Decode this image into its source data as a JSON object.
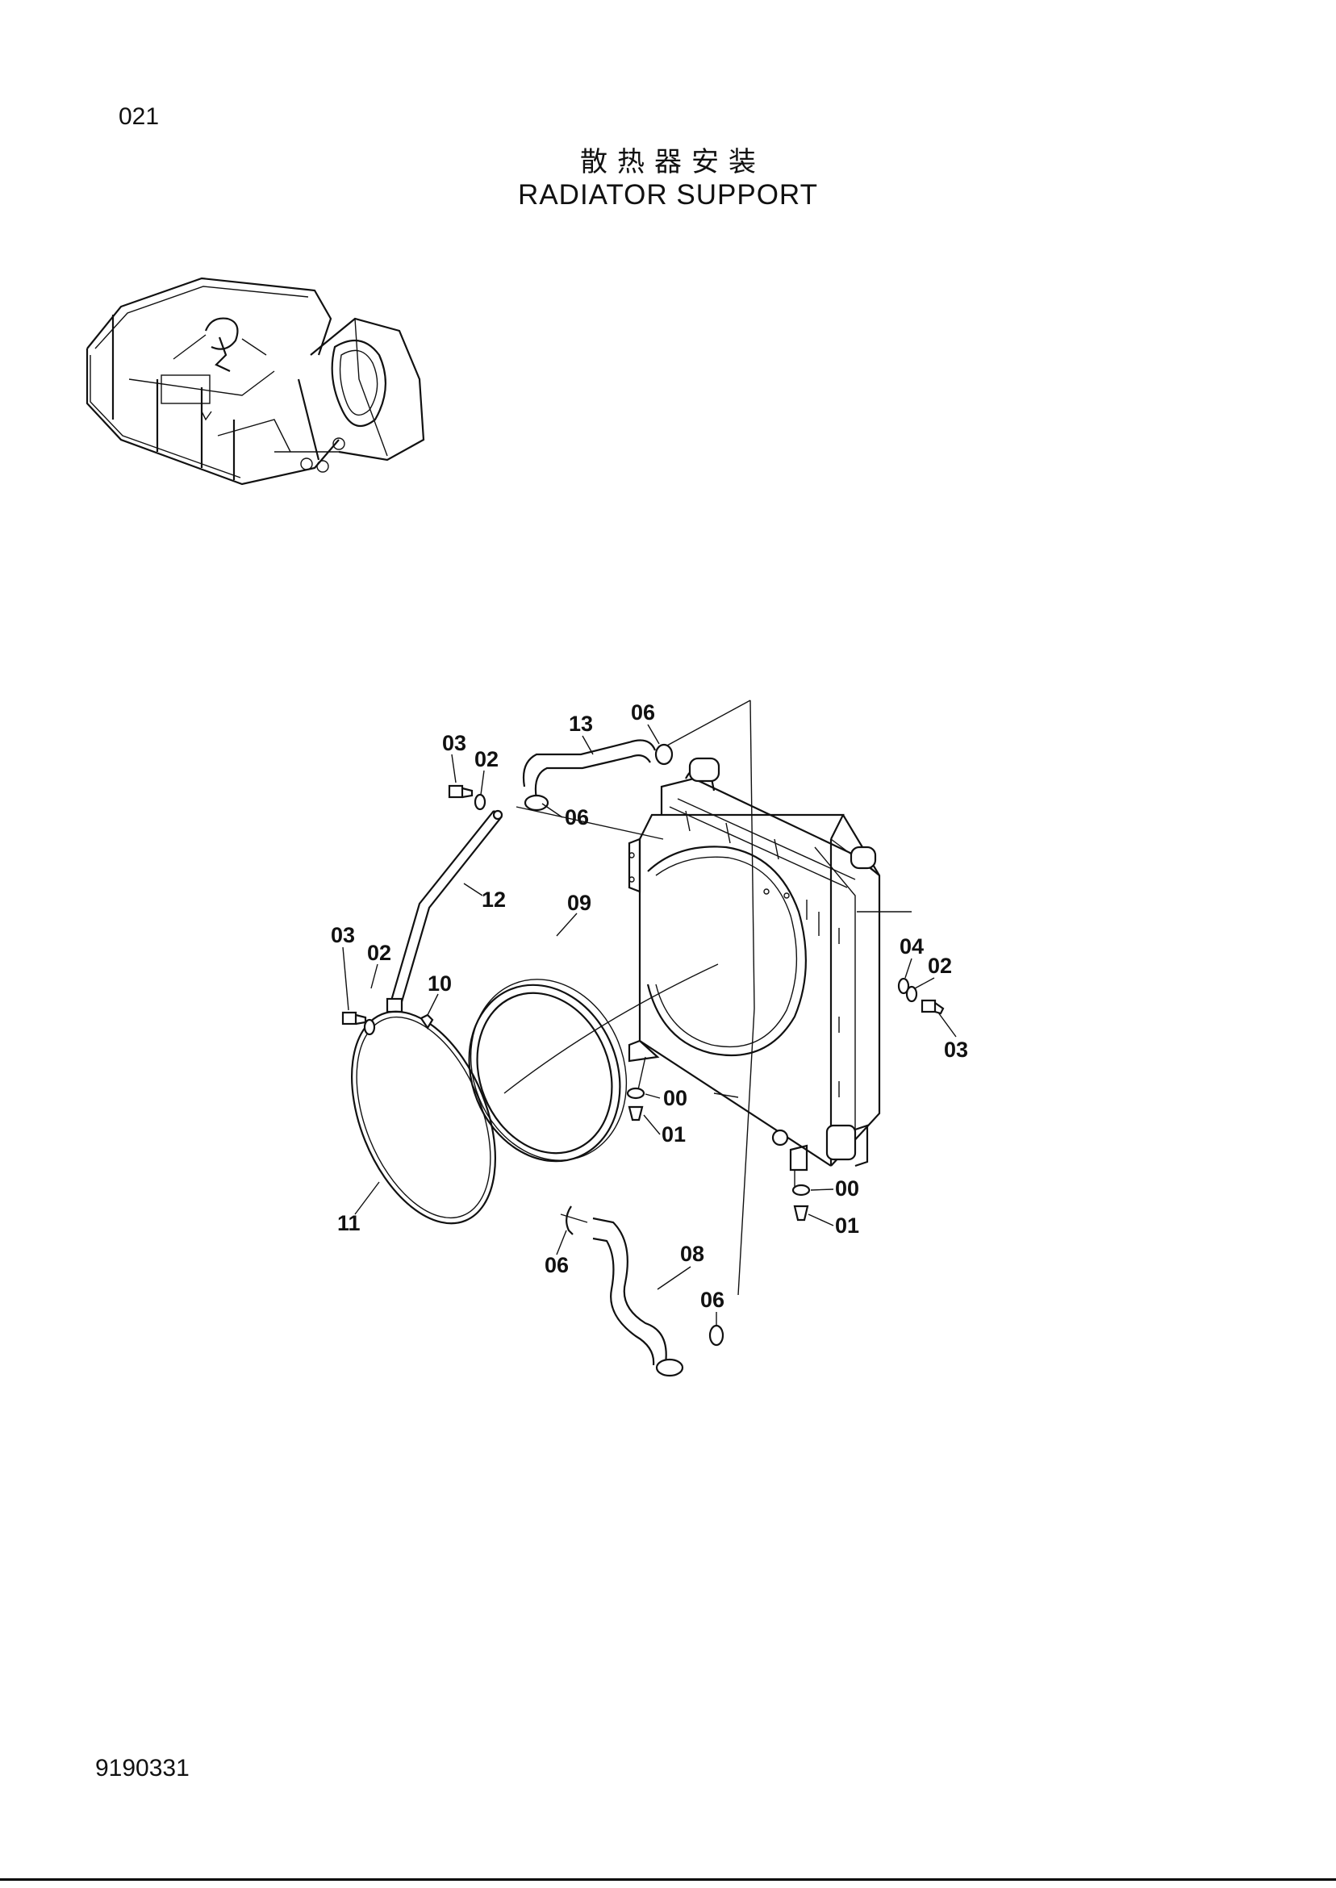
{
  "header": {
    "page_code": "021",
    "title_cn": "散热器安装",
    "title_en": "RADIATOR SUPPORT"
  },
  "footer": {
    "document_number": "9190331"
  },
  "diagram": {
    "callouts": [
      "03",
      "02",
      "13",
      "06",
      "06",
      "12",
      "09",
      "03",
      "02",
      "10",
      "00",
      "01",
      "04",
      "02",
      "03",
      "00",
      "01",
      "11",
      "06",
      "08",
      "06"
    ]
  }
}
